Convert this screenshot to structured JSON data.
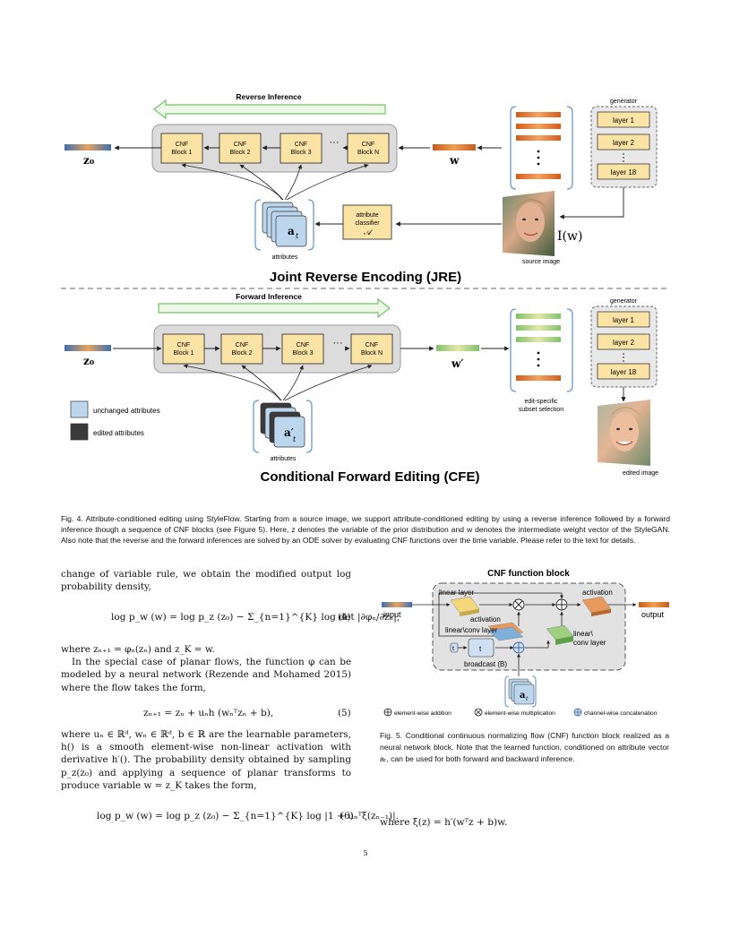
{
  "fig4": {
    "reverse_inference": "Reverse Inference",
    "forward_inference": "Forward Inference",
    "cnf_blocks": [
      "CNF\nBlock 1",
      "CNF\nBlock 2",
      "CNF\nBlock 3",
      "CNF\nBlock N"
    ],
    "ellipsis": "···",
    "z0": "z₀",
    "w": "w",
    "w_prime": "w′",
    "generator_label": "generator",
    "generator_layers": [
      "layer 1",
      "layer 2",
      "layer 18"
    ],
    "attribute_classifier": [
      "attribute",
      "classifier",
      "𝒜"
    ],
    "at_label": "a",
    "at_sub": "t",
    "at_prime_label": "a′",
    "attributes_label": "attributes",
    "source_image": "source image",
    "Iw": "I(w)",
    "jre_title": "Joint Reverse Encoding (JRE)",
    "cfe_title": "Conditional Forward Editing (CFE)",
    "edit_specific": [
      "edit-specific",
      "subset selection"
    ],
    "edited_image": "edited image",
    "legend_unchanged": "unchanged attributes",
    "legend_edited": "edited attributes",
    "caption": "Fig. 4. Attribute-conditioned editing using StyleFlow. Starting from a source image, we support attribute-conditioned editing by using a reverse inference followed by a forward inference though a sequence of CNF blocks (see Figure 5). Here, z denotes the variable of the prior distribution and w denotes the intermediate weight vector of the StyleGAN. Also note that the reverse and the forward inferences are solved by an ODE solver by evaluating CNF functions over the time variable. Please refer to the text for details."
  },
  "fig5": {
    "title": "CNF function block",
    "linear_layer": "linear layer",
    "activation_top": "activation",
    "activation_mid": "activation",
    "linear_conv_layer": "linear\\conv layer",
    "linear_conv_right": [
      "linear\\",
      "conv layer"
    ],
    "broadcast": "broadcast (B)",
    "input": "input",
    "output": "output",
    "t": "t",
    "legend_add": "element-wise addition",
    "legend_mult": "element-wise multiplication",
    "legend_concat": "channel-wise concatenation",
    "caption": "Fig. 5. Conditional continuous normalizing flow (CNF) function block realized as a neural network block. Note that the learned function, conditioned on attribute vector aₜ, can be used for both forward and backward inference."
  },
  "text": {
    "p1": "change of variable rule, we obtain the modified output log probability density,",
    "eq4": "log p_w (w) = log p_z (z₀) − Σ_{n=1}^{K} log det |∂φₙ/∂zₙ|,",
    "eq4_num": "(4)",
    "p2": "where zₙ₊₁ = φₙ(zₙ) and z_K = w.",
    "p3": "In the special case of planar flows, the function φ can be modeled by a neural network (Rezende and Mohamed 2015) where the flow takes the form,",
    "eq5": "zₙ₊₁ = zₙ + uₙh (wₙᵀzₙ + b),",
    "eq5_num": "(5)",
    "p4": "where uₙ ∈ ℝᵈ, wₙ ∈ ℝᵈ, b ∈ ℝ are the learnable parameters, h() is a smooth element-wise non-linear activation with derivative h′(). The probability density obtained by sampling p_z(z₀) and applying a sequence of planar transforms to produce variable w = z_K takes the form,",
    "eq6": "log p_w (w) = log p_z (z₀) − Σ_{n=1}^{K} log |1 + uₙᵀξ(zₙ₋₁)|.",
    "eq6_num": "(6)",
    "right_eq": "where ξ(z) = h′(wᵀz + b)w.",
    "page_number": "5"
  },
  "colors": {
    "orange": "#e07a2e",
    "blue_attr": "#bcd6ee",
    "dark_attr": "#3a3a3a",
    "block_fill": "#fbe3a6",
    "container_fill": "#dcdcdc",
    "green_arrow": "#8fc977",
    "bracket_blue": "#6a98c9"
  }
}
